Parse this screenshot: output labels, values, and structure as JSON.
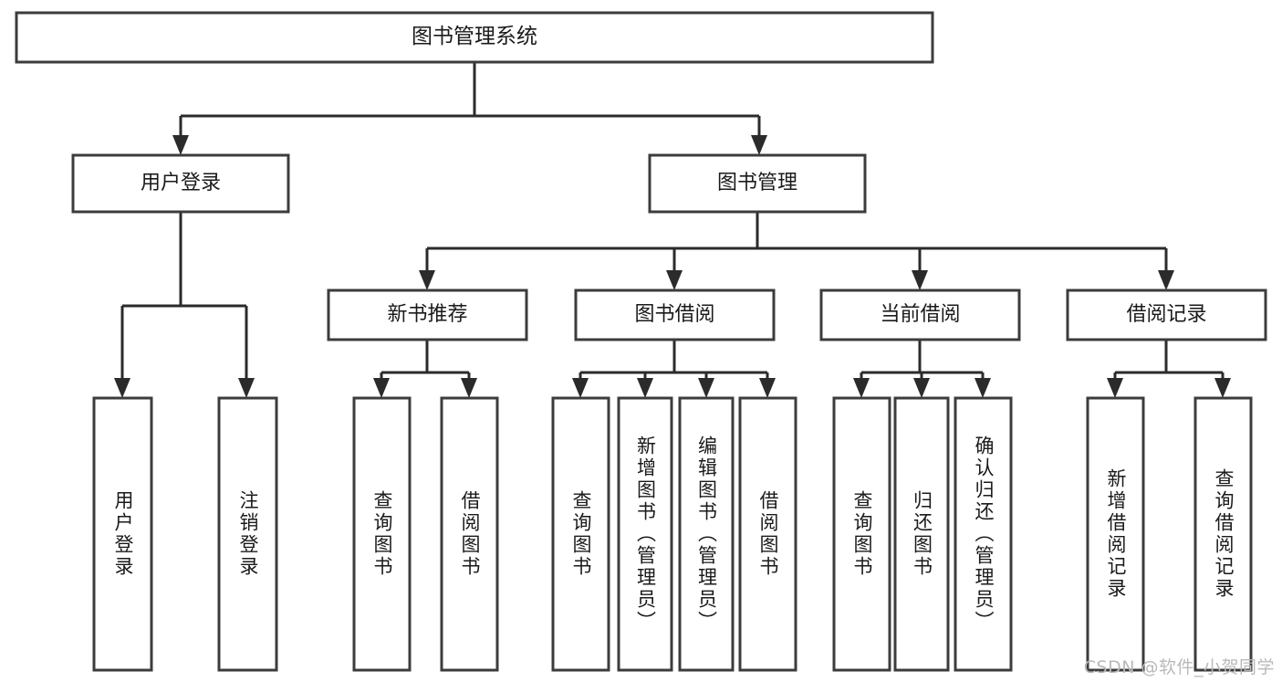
{
  "diagram": {
    "type": "tree-hierarchy",
    "title": "图书管理系统",
    "root": {
      "label": "图书管理系统"
    },
    "level2": [
      {
        "label": "用户登录"
      },
      {
        "label": "图书管理"
      }
    ],
    "level3": [
      {
        "label": "新书推荐"
      },
      {
        "label": "图书借阅"
      },
      {
        "label": "当前借阅"
      },
      {
        "label": "借阅记录"
      }
    ],
    "leaves": [
      {
        "label": "用户登录",
        "parent": "用户登录"
      },
      {
        "label": "注销登录",
        "parent": "用户登录"
      },
      {
        "label": "查询图书",
        "parent": "新书推荐"
      },
      {
        "label": "借阅图书",
        "parent": "新书推荐"
      },
      {
        "label": "查询图书",
        "parent": "图书借阅"
      },
      {
        "label": "新增图书（管理员）",
        "parent": "图书借阅"
      },
      {
        "label": "编辑图书（管理员）",
        "parent": "图书借阅"
      },
      {
        "label": "借阅图书",
        "parent": "图书借阅"
      },
      {
        "label": "查询图书",
        "parent": "当前借阅"
      },
      {
        "label": "归还图书",
        "parent": "当前借阅"
      },
      {
        "label": "确认归还（管理员）",
        "parent": "当前借阅"
      },
      {
        "label": "新增借阅记录",
        "parent": "借阅记录"
      },
      {
        "label": "查询借阅记录",
        "parent": "借阅记录"
      }
    ]
  },
  "watermark": {
    "text": "CSDN @软件_小贺同学"
  },
  "colors": {
    "box_stroke": "#3c3c3c",
    "connector": "#2b2b2b",
    "background": "#ffffff",
    "text": "#1a1a1a",
    "watermark": "#b9b9b9"
  }
}
